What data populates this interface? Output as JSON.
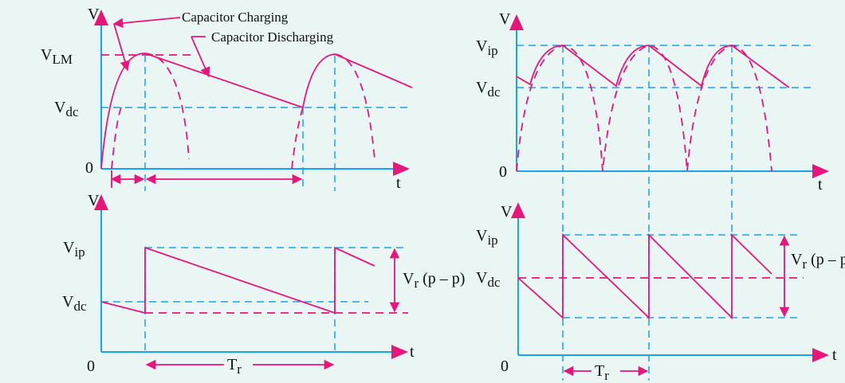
{
  "left": {
    "top_graph": {
      "y_axis": "V",
      "x_axis": "t",
      "origin": "0",
      "levels": {
        "vlm": "V",
        "vlm_sub": "LM",
        "vdc": "V",
        "vdc_sub": "dc"
      },
      "annotations": {
        "charging": "Capacitor Charging",
        "discharging": "Capacitor Discharging"
      }
    },
    "bottom_graph": {
      "y_axis": "V",
      "x_axis": "t",
      "origin": "0",
      "levels": {
        "vip": "V",
        "vip_sub": "ip",
        "vdc": "V",
        "vdc_sub": "dc"
      },
      "ripple": {
        "v": "V",
        "sub": "r",
        "rest": " (p – p)"
      },
      "period": {
        "t": "T",
        "sub": "r"
      }
    }
  },
  "right": {
    "top_graph": {
      "y_axis": "V",
      "x_axis": "t",
      "origin": "0",
      "levels": {
        "vip": "V",
        "vip_sub": "ip",
        "vdc": "V",
        "vdc_sub": "dc"
      }
    },
    "bottom_graph": {
      "y_axis": "V",
      "x_axis": "t",
      "origin": "0",
      "levels": {
        "vip": "V",
        "vip_sub": "ip",
        "vdc": "V",
        "vdc_sub": "dc"
      },
      "ripple": {
        "v": "V",
        "sub": "r",
        "rest": " (p – p"
      },
      "period": {
        "t": "T",
        "sub": "r"
      }
    }
  },
  "colors": {
    "background": "#e9f6f4",
    "axis": "#1aa3ec",
    "waveform": "#e8157a",
    "text": "#111111"
  }
}
